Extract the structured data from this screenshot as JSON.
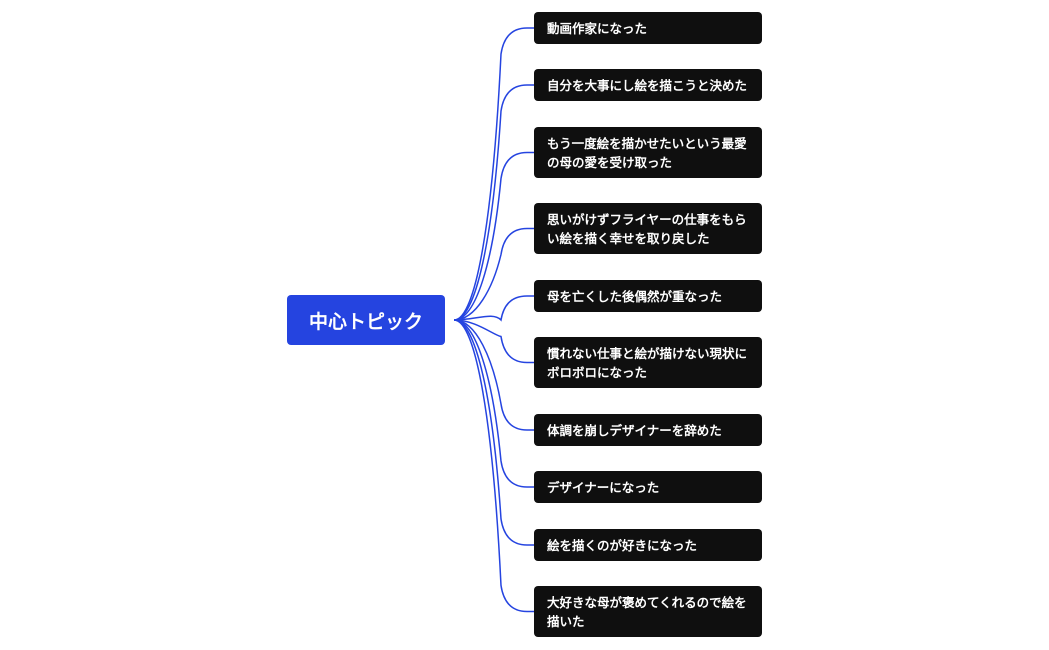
{
  "mindmap": {
    "central_topic": "中心トピック",
    "colors": {
      "central_bg": "#2544e0",
      "subtopic_bg": "#0f0f0f",
      "connector": "#2544e0",
      "text": "#ffffff"
    },
    "subtopics": [
      {
        "label": "動画作家になった"
      },
      {
        "label": "自分を大事にし絵を描こうと決めた"
      },
      {
        "label": "もう一度絵を描かせたいという最愛の母の愛を受け取った"
      },
      {
        "label": "思いがけずフライヤーの仕事をもらい絵を描く幸せを取り戻した"
      },
      {
        "label": "母を亡くした後偶然が重なった"
      },
      {
        "label": "慣れない仕事と絵が描けない現状にボロボロになった"
      },
      {
        "label": "体調を崩しデザイナーを辞めた"
      },
      {
        "label": "デザイナーになった"
      },
      {
        "label": "絵を描くのが好きになった"
      },
      {
        "label": "大好きな母が褒めてくれるので絵を描いた"
      }
    ]
  }
}
